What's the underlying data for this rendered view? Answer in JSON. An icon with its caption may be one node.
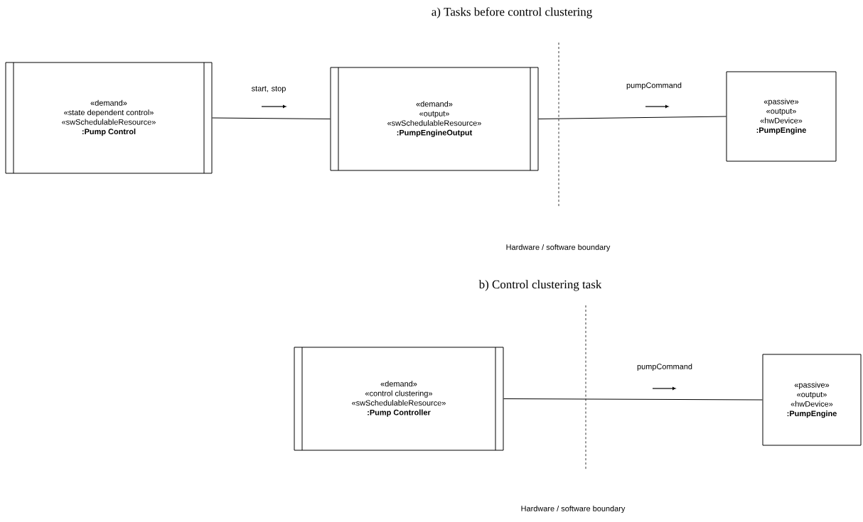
{
  "diagram": {
    "nodes": [
      {
        "text": [
          "«demand»",
          "«state dependent control»",
          "«swSchedulableResource»",
          ":Pump Control"
        ]
      },
      {
        "text": [
          "«demand»",
          "«output»",
          "«swSchedulableResource»",
          ":PumpEngineOutput"
        ]
      },
      {
        "text": [
          "«passive»",
          "«output»",
          "«hwDevice»",
          ":PumpEngine"
        ]
      },
      {
        "text": [
          "«demand»",
          "«control clustering»",
          "«swSchedulableResource»",
          ":Pump Controller"
        ]
      },
      {
        "text": [
          "«passive»",
          "«output»",
          "«hwDevice»",
          ":PumpEngine"
        ]
      }
    ],
    "edges": [
      {
        "from": 0,
        "to": 1,
        "arrow": "none",
        "label": "start, stop"
      },
      {
        "from": 1,
        "to": 2,
        "arrow": "none",
        "label": "pumpCommand"
      },
      {
        "from": 3,
        "to": 4,
        "arrow": "none",
        "label": "pumpCommand"
      }
    ],
    "labels": [
      "a) Tasks before control clustering",
      "Hardware / software boundary",
      "b) Control clustering task",
      "Hardware / software boundary"
    ]
  }
}
